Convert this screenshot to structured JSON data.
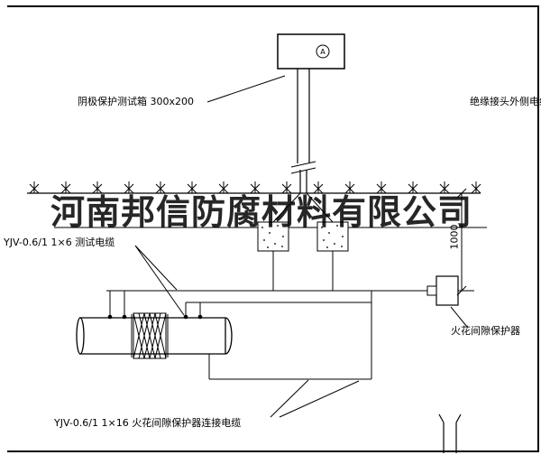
{
  "watermark": "河南邦信防腐材料有限公司",
  "labels": {
    "test_box": "阴极保护测试箱 300x200",
    "insulation_joint_cable": "绝缘接头外侧电缆",
    "test_cable": "YJV-0.6/1 1×6  测试电缆",
    "spark_gap": "火花间隙保护器",
    "spark_gap_cable": "YJV-0.6/1 1×16  火花间隙保护器连接电缆",
    "dimension": "1000",
    "meter_symbol": "A"
  },
  "colors": {
    "line": "#000000",
    "background": "#ffffff",
    "watermark": "#000000"
  }
}
